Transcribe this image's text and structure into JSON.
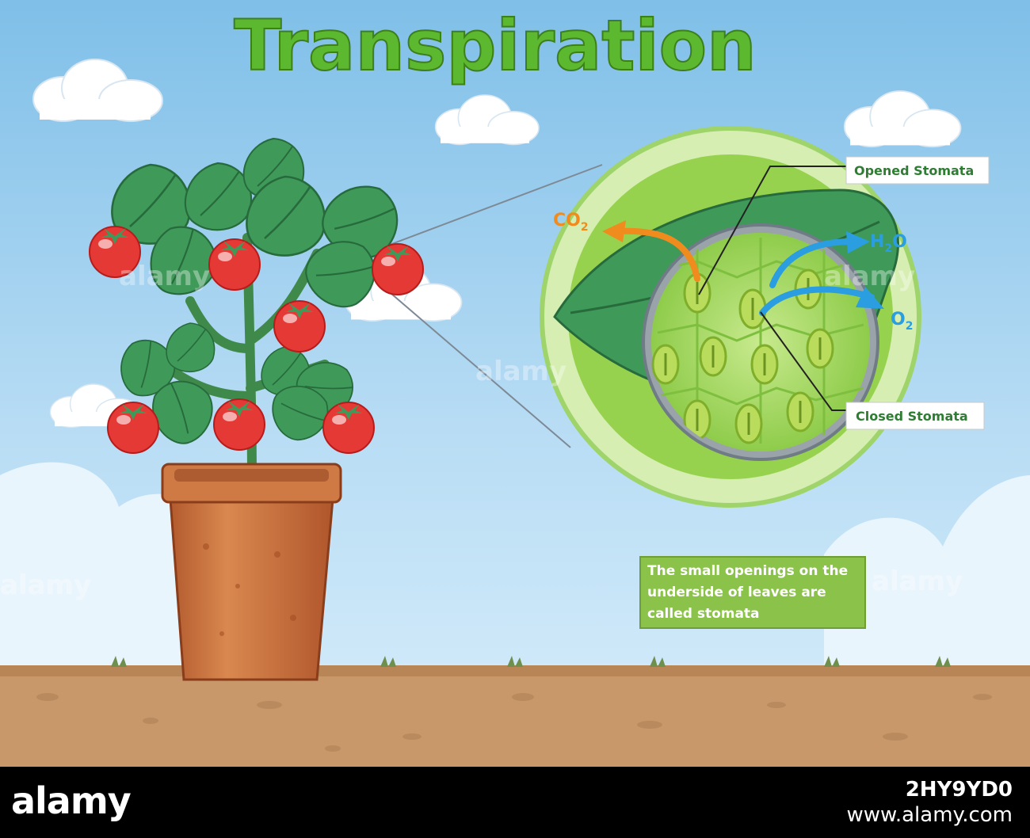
{
  "title": "Transpiration",
  "labels": {
    "opened_stomata": "Opened Stomata",
    "closed_stomata": "Closed Stomata",
    "co2_base": "CO",
    "co2_sub": "2",
    "h2o_h": "H",
    "h2o_sub": "2",
    "h2o_o": "O",
    "o2_base": "O",
    "o2_sub": "2"
  },
  "info_box": {
    "lines": [
      "The small openings on the",
      "underside of leaves are",
      "called stomata"
    ]
  },
  "watermark": "alamy",
  "footer": {
    "brand": "alamy",
    "image_id": "2HY9YD0",
    "url": "www.alamy.com"
  },
  "colors": {
    "sky": "#b9dcf3",
    "title_green": "#5cb82e",
    "soil": "#c9986a",
    "pot": "#c2673a",
    "tomato": "#e53935",
    "leaf": "#3f9a5a",
    "co2_arrow": "#f08c1e",
    "water_arrow": "#2a9ee0"
  },
  "icons": [
    "cloud-icon",
    "tomato-icon",
    "leaf-icon",
    "stomata-cell-icon",
    "arrow-icon"
  ]
}
